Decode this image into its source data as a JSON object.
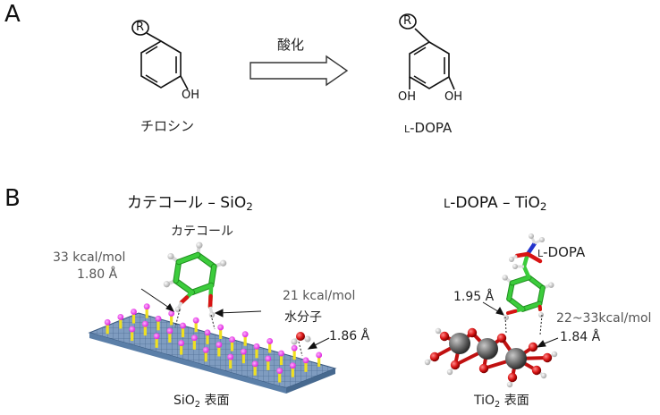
{
  "panel_a": {
    "letter": "A",
    "arrow_label": "酸化",
    "left_caption": "チロシン",
    "right_caption_prefix": "L",
    "right_caption_rest": "-DOPA",
    "r_group": "R",
    "oh_1": "OH",
    "oh_2": "OH",
    "oh_3": "OH"
  },
  "panel_b": {
    "letter": "B",
    "left_title_main": "カテコール – SiO",
    "left_title_sub": "2",
    "right_title_prefix": "L",
    "right_title_rest": "-DOPA – TiO",
    "right_title_sub": "2",
    "catechol_label": "カテコール",
    "energy_1": "33 kcal/mol",
    "distance_1": "1.80 Å",
    "energy_2": "21 kcal/mol",
    "water_label": "水分子",
    "distance_2": "1.86 Å",
    "sio2_caption_main": "SiO",
    "sio2_caption_sub": "2",
    "sio2_caption_rest": " 表面",
    "ldopa_label_prefix": "L",
    "ldopa_label_rest": "-DOPA",
    "distance_3": "1.95 Å",
    "energy_3": "22~33kcal/mol",
    "distance_4": "1.84 Å",
    "tio2_caption_main": "TiO",
    "tio2_caption_sub": "2",
    "tio2_caption_rest": "  表面"
  },
  "colors": {
    "carbon": "#3ccc3c",
    "oxygen": "#d81414",
    "hydrogen": "#e6e6e6",
    "nitrogen": "#2233cc",
    "titanium": "#6a6a6a",
    "silanol_h": "#ee22ee",
    "silanol_stick": "#f0e020",
    "surface": "#6f8fb3"
  }
}
